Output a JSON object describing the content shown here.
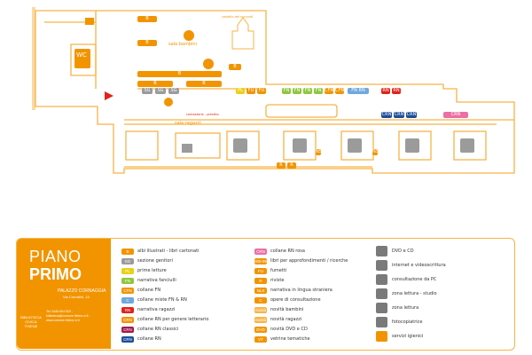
{
  "floor_plan": {
    "rooms": {
      "bambini": "sala bambini",
      "ragazzi": "sala ragazzi",
      "wc": "WC",
      "castle": "castello dei racconti",
      "corner": "cantastorie - prestito"
    },
    "shelf_tags": [
      {
        "text": "B",
        "color": "#f29400"
      },
      {
        "text": "B",
        "color": "#f29400"
      },
      {
        "text": "B",
        "color": "#f29400"
      },
      {
        "text": "B",
        "color": "#f29400"
      },
      {
        "text": "B",
        "color": "#f29400"
      },
      {
        "text": "B",
        "color": "#f29400"
      },
      {
        "text": "SG",
        "color": "#9b9b9b"
      },
      {
        "text": "SG",
        "color": "#9b9b9b"
      },
      {
        "text": "SG",
        "color": "#9b9b9b"
      },
      {
        "text": "PL",
        "color": "#ead018"
      },
      {
        "text": "FU",
        "color": "#f29400"
      },
      {
        "text": "FU",
        "color": "#f29400"
      },
      {
        "text": "FN",
        "color": "#8fc73e"
      },
      {
        "text": "FN",
        "color": "#8fc73e"
      },
      {
        "text": "FN",
        "color": "#8fc73e"
      },
      {
        "text": "FN",
        "color": "#8fc73e"
      },
      {
        "text": "CFN",
        "color": "#f29400"
      },
      {
        "text": "CFN",
        "color": "#f29400"
      },
      {
        "text": "FN RN",
        "color": "#6fa8dc"
      },
      {
        "text": "RN",
        "color": "#e2231a"
      },
      {
        "text": "RN",
        "color": "#e2231a"
      },
      {
        "text": "CRN",
        "color": "#1f4e9a"
      },
      {
        "text": "CRN",
        "color": "#1f4e9a"
      },
      {
        "text": "CRN",
        "color": "#1f4e9a"
      },
      {
        "text": "CRN",
        "color": "#ec6fa6"
      },
      {
        "text": "R",
        "color": "#f29400"
      },
      {
        "text": "R",
        "color": "#f29400"
      },
      {
        "text": "NS",
        "color": "#f29400"
      },
      {
        "text": "NS",
        "color": "#f29400"
      }
    ]
  },
  "legend": {
    "title_line1": "PIANO",
    "title_line2": "PRIMO",
    "palace": "PALAZZO CORNAGGIA",
    "palace_sub": "Via Corradini, 14",
    "library_name": "BIBLIOTECA CIVICA THIENE",
    "contact": "Tel. 0445 804 920 - biblioteca@comune.thiene.vi.it - www.comune.thiene.vi.it",
    "col1": [
      {
        "code": "B",
        "color": "#f29400",
        "text": "albi illustrati - libri cartonati"
      },
      {
        "code": "SG",
        "color": "#9b9b9b",
        "text": "sezione genitori"
      },
      {
        "code": "PL",
        "color": "#ead018",
        "text": "prime letture"
      },
      {
        "code": "FN",
        "color": "#8fc73e",
        "text": "narrativa fanciulli"
      },
      {
        "code": "CFN",
        "color": "#f29400",
        "text": "collane FN"
      },
      {
        "code": "C",
        "color": "#6fa8dc",
        "text": "collane miste FN & RN"
      },
      {
        "code": "RN",
        "color": "#e2231a",
        "text": "narrativa ragazzi"
      },
      {
        "code": "CRN",
        "color": "#f29400",
        "text": "collane RN per genere letterario"
      },
      {
        "code": "CRN",
        "color": "#a31a4a",
        "text": "collane RN classici"
      },
      {
        "code": "CRN",
        "color": "#1f4e9a",
        "text": "collane RN"
      }
    ],
    "col2": [
      {
        "code": "CRN",
        "color": "#ec6fa6",
        "text": "collane RN rosa"
      },
      {
        "code": "000-999",
        "color": "#f29400",
        "text": "libri per approfondimenti / ricerche"
      },
      {
        "code": "FU",
        "color": "#f29400",
        "text": "fumetti"
      },
      {
        "code": "R",
        "color": "#f29400",
        "text": "riviste"
      },
      {
        "code": "NLS",
        "color": "#f29400",
        "text": "narrativa in lingua straniera"
      },
      {
        "code": "C",
        "color": "#f29400",
        "text": "opere di consultazione"
      },
      {
        "code": "novità",
        "color": "#f6b447",
        "text": "novità bambini"
      },
      {
        "code": "novità",
        "color": "#f6b447",
        "text": "novità ragazzi"
      },
      {
        "code": "DVD",
        "color": "#f29400",
        "text": "novità DVD e CD"
      },
      {
        "code": "VT",
        "color": "#f29400",
        "text": "vetrine tematiche"
      }
    ],
    "col3": [
      {
        "icon": "dvd-icon",
        "text": "DVD e CD"
      },
      {
        "icon": "internet-icon",
        "text": "internet e videoscrittura"
      },
      {
        "icon": "pc-icon",
        "text": "consultazione da PC"
      },
      {
        "icon": "reading-zone-icon",
        "text": "zona lettura - studio"
      },
      {
        "icon": "armchair-icon",
        "text": "zona lettura"
      },
      {
        "icon": "photocopier-icon",
        "text": "fotocopiatrice"
      },
      {
        "icon": "restroom-icon",
        "text": "servizi igienici"
      }
    ]
  }
}
